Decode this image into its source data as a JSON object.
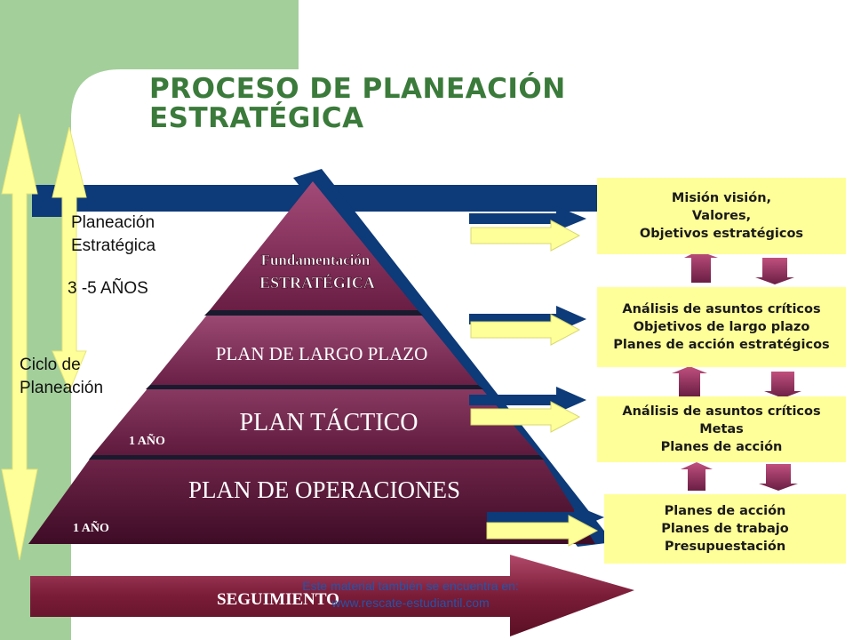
{
  "title": "PROCESO DE PLANEACIÓN ESTRATÉGICA",
  "left_labels": {
    "planeacion": [
      "Planeación",
      "Estratégica"
    ],
    "anos": "3 -5 AÑOS",
    "ciclo": [
      "Ciclo de",
      "Planeación"
    ]
  },
  "pyramid": {
    "tier1": [
      "Fundamentación",
      "ESTRATÉGICA"
    ],
    "tier2": "PLAN DE LARGO PLAZO",
    "tier3": "PLAN TÁCTICO",
    "tier3_note": "1 AÑO",
    "tier4": "PLAN DE OPERACIONES",
    "tier4_note": "1 AÑO"
  },
  "boxes": [
    {
      "lines": [
        "Misión visión,",
        "Valores,",
        "Objetivos estratégicos"
      ]
    },
    {
      "lines": [
        "Análisis de asuntos críticos",
        "Objetivos de largo plazo",
        "Planes de acción estratégicos"
      ]
    },
    {
      "lines": [
        "Análisis de asuntos críticos",
        "Metas",
        "Planes de acción"
      ]
    },
    {
      "lines": [
        "Planes de acción",
        "Planes de trabajo",
        "Presupuestación"
      ]
    }
  ],
  "seguimiento": "SEGUIMIENTO",
  "watermark": "Este material también se encuentra en: www.rescate-estudiantil.com",
  "colors": {
    "green_panel": "#a3cf9a",
    "title_green": "#3a7a3a",
    "navy_band": "#0d3a78",
    "yellow": "#ffff99",
    "pyramid_maroon": "#5e1638",
    "arrow_maroon": "#7a2148"
  }
}
